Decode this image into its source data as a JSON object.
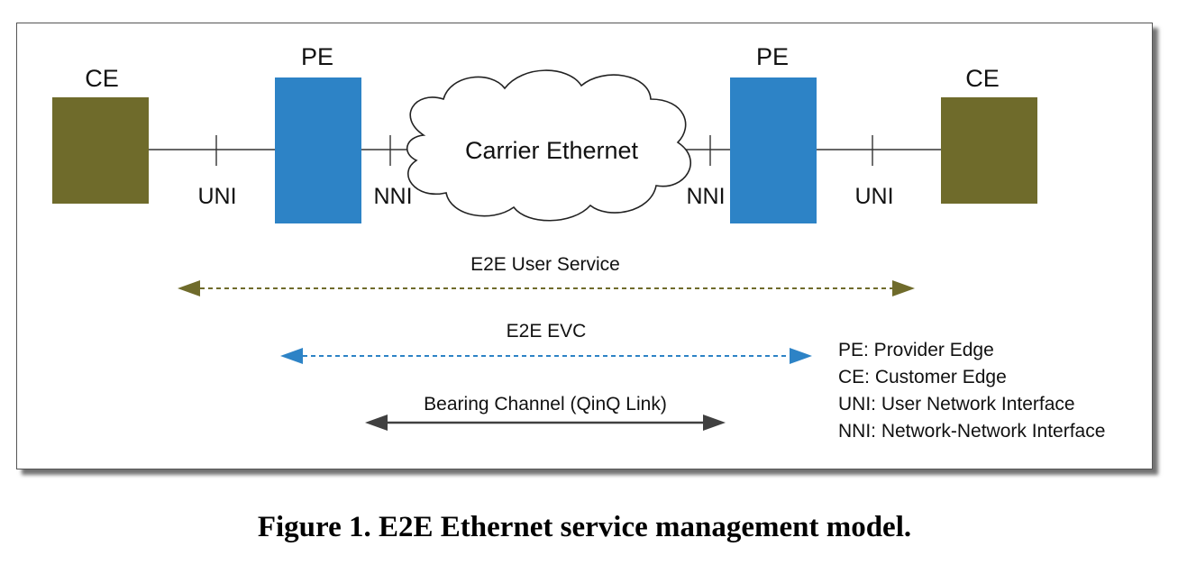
{
  "nodes": {
    "ce_left": {
      "label": "CE",
      "color": "#6f6b2b"
    },
    "pe_left": {
      "label": "PE",
      "color": "#2d83c6"
    },
    "pe_right": {
      "label": "PE",
      "color": "#2d83c6"
    },
    "ce_right": {
      "label": "CE",
      "color": "#6f6b2b"
    }
  },
  "interfaces": {
    "uni_left": "UNI",
    "nni_left": "NNI",
    "nni_right": "NNI",
    "uni_right": "UNI"
  },
  "cloud": {
    "label": "Carrier Ethernet"
  },
  "services": {
    "user_service": {
      "label": "E2E User Service",
      "color": "#6f6b2b",
      "style": "dashed"
    },
    "evc": {
      "label": "E2E EVC",
      "color": "#2d83c6",
      "style": "dashed"
    },
    "bearing_channel": {
      "label": "Bearing Channel (QinQ Link)",
      "color": "#404040",
      "style": "solid"
    }
  },
  "legend": [
    "PE: Provider Edge",
    "CE: Customer Edge",
    "UNI: User Network Interface",
    "NNI: Network-Network Interface"
  ],
  "caption": "Figure 1. E2E Ethernet service management model."
}
